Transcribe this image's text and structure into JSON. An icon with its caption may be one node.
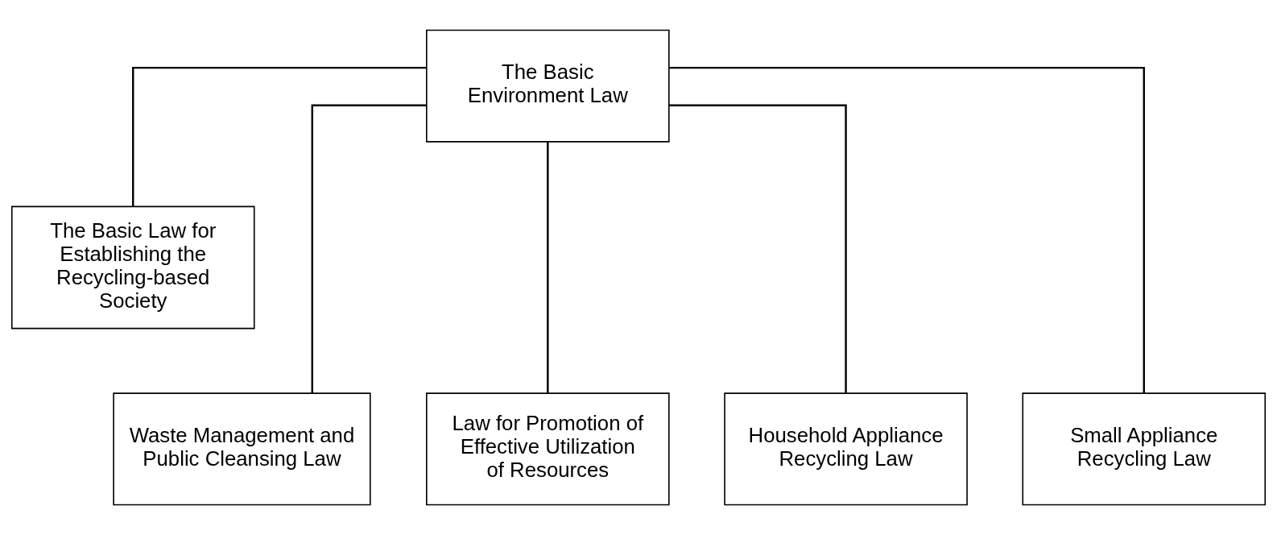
{
  "diagram": {
    "nodes": [
      {
        "text": [
          "The Basic Environment Law"
        ]
      },
      {
        "text": [
          "The Basic Law for Establishing the Recycling-based Society"
        ]
      },
      {
        "text": [
          "Waste Management and Public Cleansing Law"
        ]
      },
      {
        "text": [
          "Law for Promotion of Effective Utilization of Resources"
        ]
      },
      {
        "text": [
          "Household Appliance Recycling Law"
        ]
      },
      {
        "text": [
          "Small Appliance Recycling Law"
        ]
      }
    ],
    "edges": [
      {
        "from": 0,
        "to": 1,
        "arrow": "none"
      },
      {
        "from": 0,
        "to": 2,
        "arrow": "none"
      },
      {
        "from": 0,
        "to": 3,
        "arrow": "none"
      },
      {
        "from": 0,
        "to": 4,
        "arrow": "none"
      },
      {
        "from": 0,
        "to": 5,
        "arrow": "none"
      }
    ]
  }
}
